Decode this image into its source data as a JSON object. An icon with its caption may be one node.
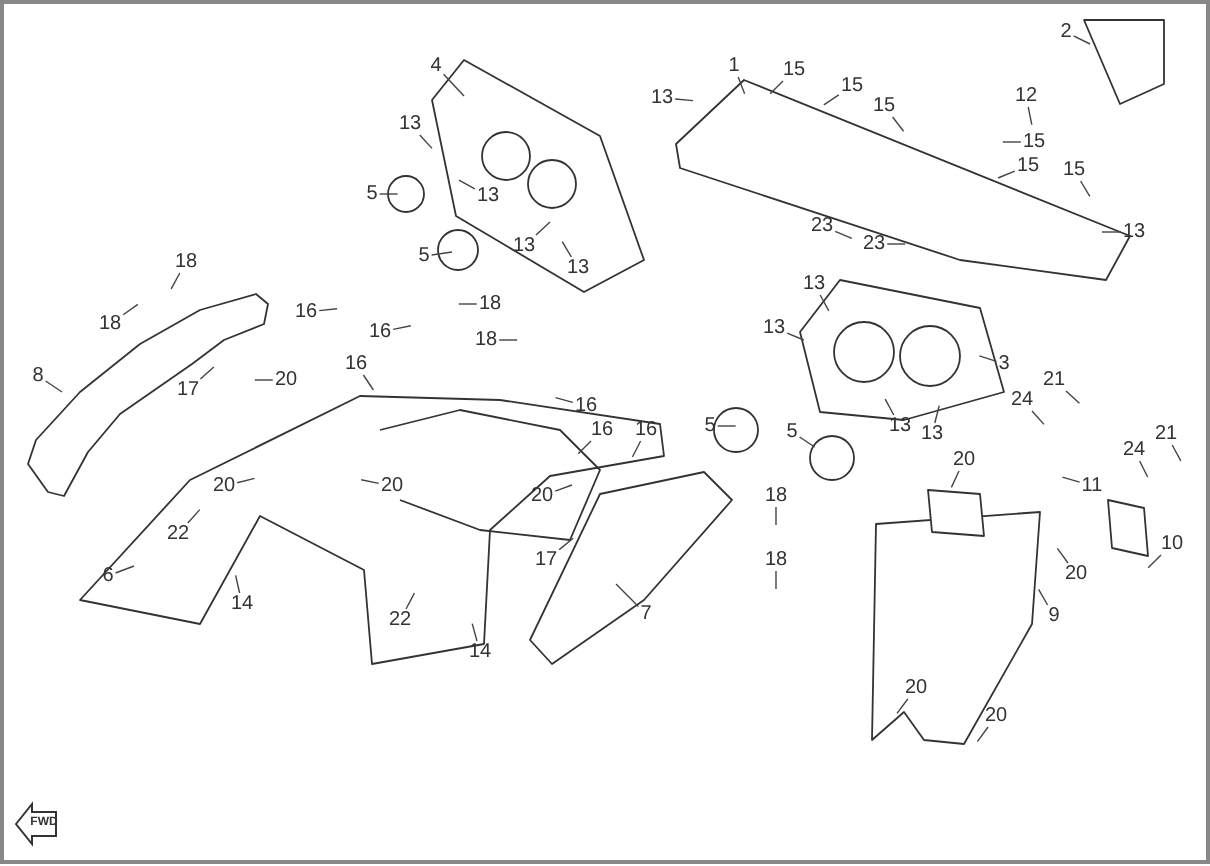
{
  "diagram": {
    "nodes": [
      {
        "text": [
          "4"
        ]
      },
      {
        "text": [
          "13"
        ]
      },
      {
        "text": [
          "5"
        ]
      },
      {
        "text": [
          "13"
        ]
      },
      {
        "text": [
          "5"
        ]
      },
      {
        "text": [
          "13"
        ]
      },
      {
        "text": [
          "13"
        ]
      },
      {
        "text": [
          "1"
        ]
      },
      {
        "text": [
          "15"
        ]
      },
      {
        "text": [
          "15"
        ]
      },
      {
        "text": [
          "15"
        ]
      },
      {
        "text": [
          "12"
        ]
      },
      {
        "text": [
          "15"
        ]
      },
      {
        "text": [
          "15"
        ]
      },
      {
        "text": [
          "15"
        ]
      },
      {
        "text": [
          "13"
        ]
      },
      {
        "text": [
          "13"
        ]
      },
      {
        "text": [
          "23"
        ]
      },
      {
        "text": [
          "23"
        ]
      },
      {
        "text": [
          "2"
        ]
      },
      {
        "text": [
          "13"
        ]
      },
      {
        "text": [
          "13"
        ]
      },
      {
        "text": [
          "3"
        ]
      },
      {
        "text": [
          "5"
        ]
      },
      {
        "text": [
          "5"
        ]
      },
      {
        "text": [
          "13"
        ]
      },
      {
        "text": [
          "13"
        ]
      },
      {
        "text": [
          "21"
        ]
      },
      {
        "text": [
          "24"
        ]
      },
      {
        "text": [
          "21"
        ]
      },
      {
        "text": [
          "24"
        ]
      },
      {
        "text": [
          "11"
        ]
      },
      {
        "text": [
          "10"
        ]
      },
      {
        "text": [
          "20"
        ]
      },
      {
        "text": [
          "20"
        ]
      },
      {
        "text": [
          "9"
        ]
      },
      {
        "text": [
          "18"
        ]
      },
      {
        "text": [
          "18"
        ]
      },
      {
        "text": [
          "20"
        ]
      },
      {
        "text": [
          "20"
        ]
      },
      {
        "text": [
          "18"
        ]
      },
      {
        "text": [
          "18"
        ]
      },
      {
        "text": [
          "8"
        ]
      },
      {
        "text": [
          "17"
        ]
      },
      {
        "text": [
          "20"
        ]
      },
      {
        "text": [
          "16"
        ]
      },
      {
        "text": [
          "16"
        ]
      },
      {
        "text": [
          "16"
        ]
      },
      {
        "text": [
          "18"
        ]
      },
      {
        "text": [
          "18"
        ]
      },
      {
        "text": [
          "16"
        ]
      },
      {
        "text": [
          "16"
        ]
      },
      {
        "text": [
          "16"
        ]
      },
      {
        "text": [
          "20"
        ]
      },
      {
        "text": [
          "20"
        ]
      },
      {
        "text": [
          "20"
        ]
      },
      {
        "text": [
          "22"
        ]
      },
      {
        "text": [
          "6"
        ]
      },
      {
        "text": [
          "14"
        ]
      },
      {
        "text": [
          "17"
        ]
      },
      {
        "text": [
          "22"
        ]
      },
      {
        "text": [
          "7"
        ]
      },
      {
        "text": [
          "14"
        ]
      }
    ],
    "edges": [
      {
        "from": 0,
        "to": null,
        "arrow": "none"
      },
      {
        "from": 1,
        "to": null,
        "arrow": "none"
      },
      {
        "from": 2,
        "to": null,
        "arrow": "none"
      },
      {
        "from": 3,
        "to": null,
        "arrow": "none"
      },
      {
        "from": 4,
        "to": null,
        "arrow": "none"
      },
      {
        "from": 5,
        "to": null,
        "arrow": "none"
      },
      {
        "from": 6,
        "to": null,
        "arrow": "none"
      },
      {
        "from": 7,
        "to": null,
        "arrow": "none"
      },
      {
        "from": 8,
        "to": null,
        "arrow": "none"
      },
      {
        "from": 9,
        "to": null,
        "arrow": "none"
      },
      {
        "from": 10,
        "to": null,
        "arrow": "none"
      },
      {
        "from": 11,
        "to": null,
        "arrow": "none"
      },
      {
        "from": 12,
        "to": null,
        "arrow": "none"
      },
      {
        "from": 13,
        "to": null,
        "arrow": "none"
      },
      {
        "from": 14,
        "to": null,
        "arrow": "none"
      },
      {
        "from": 15,
        "to": null,
        "arrow": "none"
      },
      {
        "from": 16,
        "to": null,
        "arrow": "none"
      },
      {
        "from": 17,
        "to": null,
        "arrow": "none"
      },
      {
        "from": 18,
        "to": null,
        "arrow": "none"
      },
      {
        "from": 19,
        "to": null,
        "arrow": "none"
      },
      {
        "from": 20,
        "to": null,
        "arrow": "none"
      },
      {
        "from": 21,
        "to": null,
        "arrow": "none"
      },
      {
        "from": 22,
        "to": null,
        "arrow": "none"
      },
      {
        "from": 23,
        "to": null,
        "arrow": "none"
      },
      {
        "from": 24,
        "to": null,
        "arrow": "none"
      },
      {
        "from": 25,
        "to": null,
        "arrow": "none"
      },
      {
        "from": 26,
        "to": null,
        "arrow": "none"
      },
      {
        "from": 27,
        "to": null,
        "arrow": "none"
      },
      {
        "from": 28,
        "to": null,
        "arrow": "none"
      },
      {
        "from": 29,
        "to": null,
        "arrow": "none"
      },
      {
        "from": 30,
        "to": null,
        "arrow": "none"
      },
      {
        "from": 31,
        "to": null,
        "arrow": "none"
      },
      {
        "from": 32,
        "to": null,
        "arrow": "none"
      },
      {
        "from": 33,
        "to": null,
        "arrow": "none"
      },
      {
        "from": 34,
        "to": null,
        "arrow": "none"
      },
      {
        "from": 35,
        "to": null,
        "arrow": "none"
      },
      {
        "from": 36,
        "to": null,
        "arrow": "none"
      },
      {
        "from": 37,
        "to": null,
        "arrow": "none"
      },
      {
        "from": 38,
        "to": null,
        "arrow": "none"
      },
      {
        "from": 39,
        "to": null,
        "arrow": "none"
      },
      {
        "from": 40,
        "to": null,
        "arrow": "none"
      },
      {
        "from": 41,
        "to": null,
        "arrow": "none"
      },
      {
        "from": 42,
        "to": null,
        "arrow": "none"
      },
      {
        "from": 43,
        "to": null,
        "arrow": "none"
      },
      {
        "from": 44,
        "to": null,
        "arrow": "none"
      },
      {
        "from": 45,
        "to": null,
        "arrow": "none"
      },
      {
        "from": 46,
        "to": null,
        "arrow": "none"
      },
      {
        "from": 47,
        "to": null,
        "arrow": "none"
      },
      {
        "from": 48,
        "to": null,
        "arrow": "none"
      },
      {
        "from": 49,
        "to": null,
        "arrow": "none"
      },
      {
        "from": 50,
        "to": null,
        "arrow": "none"
      },
      {
        "from": 51,
        "to": null,
        "arrow": "none"
      },
      {
        "from": 52,
        "to": null,
        "arrow": "none"
      },
      {
        "from": 53,
        "to": null,
        "arrow": "none"
      },
      {
        "from": 54,
        "to": null,
        "arrow": "none"
      },
      {
        "from": 55,
        "to": null,
        "arrow": "none"
      },
      {
        "from": 56,
        "to": null,
        "arrow": "none"
      },
      {
        "from": 57,
        "to": null,
        "arrow": "none"
      },
      {
        "from": 58,
        "to": null,
        "arrow": "none"
      },
      {
        "from": 59,
        "to": null,
        "arrow": "none"
      },
      {
        "from": 60,
        "to": null,
        "arrow": "none"
      },
      {
        "from": 61,
        "to": null,
        "arrow": "none"
      },
      {
        "from": 62,
        "to": null,
        "arrow": "none"
      }
    ],
    "labels": [
      "FWD"
    ]
  }
}
